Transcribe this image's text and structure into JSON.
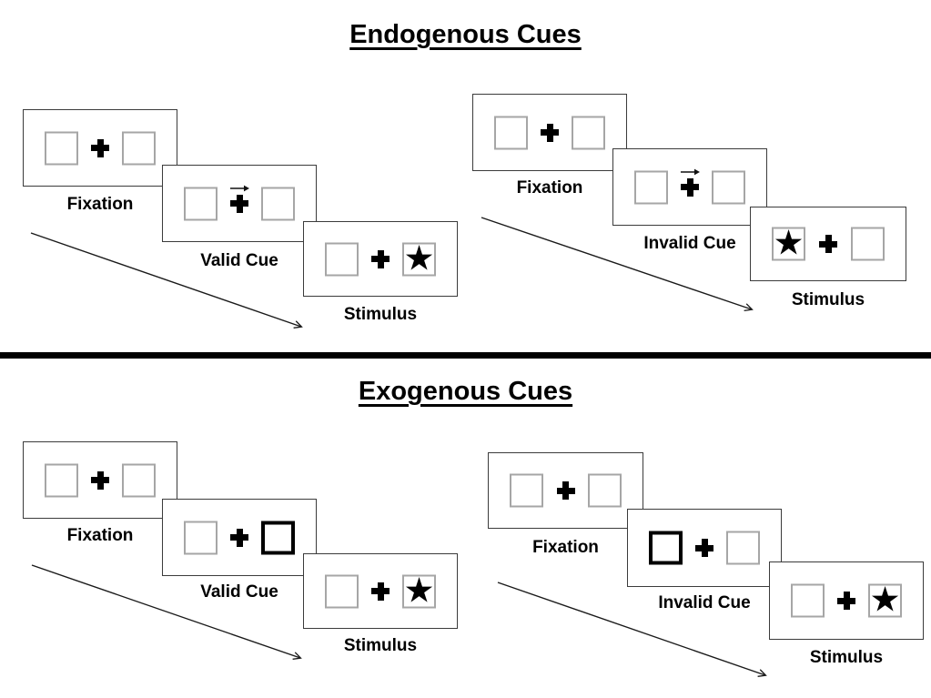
{
  "diagram": {
    "kind": "posner-spatial-cueing-task",
    "background": "#ffffff"
  },
  "colors": {
    "panel_border": "#3b3b3b",
    "box_border": "#a6a6a6",
    "cue_highlight_border": "#000000",
    "ink": "#000000",
    "divider": "#000000"
  },
  "icons": {
    "star": "★",
    "fixation_cross": "heavy-plus",
    "endogenous_cue_arrow": "right-arrow"
  },
  "sections": [
    {
      "title": "Endogenous Cues",
      "sequences": [
        {
          "name": "valid-trial",
          "panels": [
            {
              "label": "Fixation",
              "type": "fixation"
            },
            {
              "label": "Valid Cue",
              "type": "central-arrow-cue",
              "arrow_direction": "right"
            },
            {
              "label": "Stimulus",
              "type": "target",
              "star_side": "right"
            }
          ]
        },
        {
          "name": "invalid-trial",
          "panels": [
            {
              "label": "Fixation",
              "type": "fixation"
            },
            {
              "label": "Invalid Cue",
              "type": "central-arrow-cue",
              "arrow_direction": "right"
            },
            {
              "label": "Stimulus",
              "type": "target",
              "star_side": "left"
            }
          ]
        }
      ]
    },
    {
      "title": "Exogenous Cues",
      "sequences": [
        {
          "name": "valid-trial",
          "panels": [
            {
              "label": "Fixation",
              "type": "fixation"
            },
            {
              "label": "Valid Cue",
              "type": "peripheral-box-cue",
              "highlighted_box": "right"
            },
            {
              "label": "Stimulus",
              "type": "target",
              "star_side": "right"
            }
          ]
        },
        {
          "name": "invalid-trial",
          "panels": [
            {
              "label": "Fixation",
              "type": "fixation"
            },
            {
              "label": "Invalid Cue",
              "type": "peripheral-box-cue",
              "highlighted_box": "left"
            },
            {
              "label": "Stimulus",
              "type": "target",
              "star_side": "right"
            }
          ]
        }
      ]
    }
  ]
}
